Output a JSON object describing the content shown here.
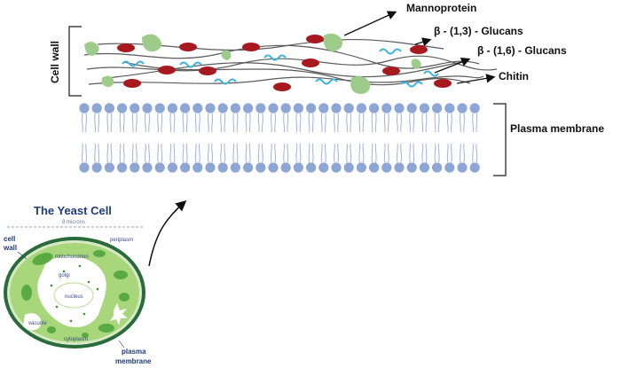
{
  "cell_wall_section": {
    "side_label": "Cell wall",
    "components": {
      "mannoprotein": "Mannoprotein",
      "beta_13_glucans": "β - (1,3) - Glucans",
      "beta_16_glucans": "β - (1,6) - Glucans",
      "chitin": "Chitin"
    },
    "membrane_label": "Plasma membrane"
  },
  "yeast_cell": {
    "title": "The Yeast Cell",
    "scale": "8 microns",
    "labels": {
      "periplasm": "periplasm",
      "cell_wall_line1": "cell",
      "cell_wall_line2": "wall",
      "mitochondrion": "mitochondrion",
      "golgi": "golgi",
      "nucleus": "nucleus",
      "vacuole": "vacuole",
      "cytoplasm": "cytoplasm",
      "plasma_membrane_line1": "plasma",
      "plasma_membrane_line2": "membrane"
    }
  },
  "colors": {
    "lipid_head": "#8ea6d6",
    "lipid_tail": "#9fb3df",
    "mannoprotein": "#9dcc8a",
    "glucan_ellipse": "#a8191f",
    "chitin_wave": "#3db4d9",
    "fiber": "#5a5a5a",
    "cell_outer": "#2a6b3c",
    "cell_fill": "#a8d67a",
    "vacuole": "#ffffff",
    "title": "#1f3b7a"
  }
}
